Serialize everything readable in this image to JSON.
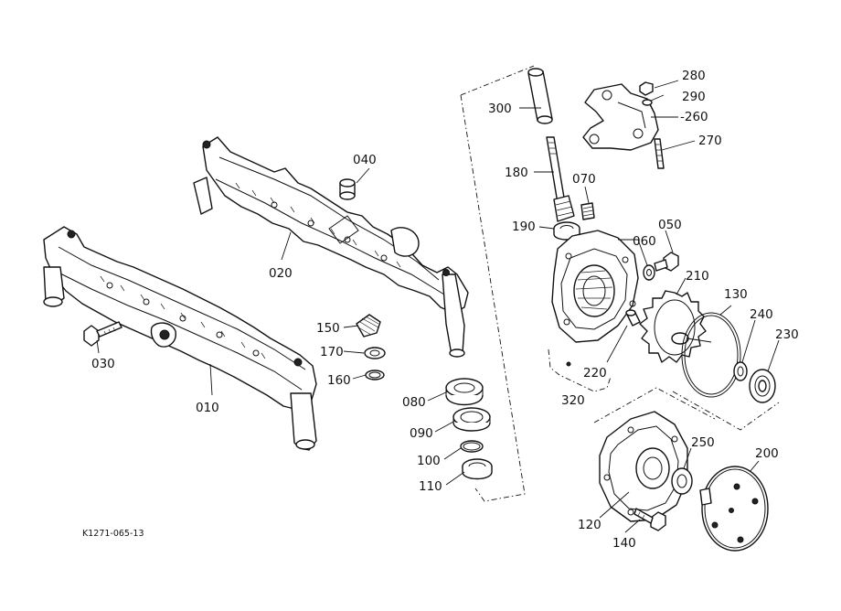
{
  "figure_ref": "K1271-065-13",
  "callouts": {
    "c010": "010",
    "c020": "020",
    "c030": "030",
    "c040": "040",
    "c050": "050",
    "c060": "060",
    "c070": "070",
    "c080": "080",
    "c090": "090",
    "c100": "100",
    "c110": "110",
    "c120": "120",
    "c130": "130",
    "c140": "140",
    "c150": "150",
    "c160": "160",
    "c170": "170",
    "c180": "180",
    "c190": "190",
    "c200": "200",
    "c210": "210",
    "c220": "220",
    "c230": "230",
    "c240": "240",
    "c250": "250",
    "c260": "-260",
    "c270": "270",
    "c280": "280",
    "c290": "290",
    "c300": "300",
    "c320": "320"
  }
}
